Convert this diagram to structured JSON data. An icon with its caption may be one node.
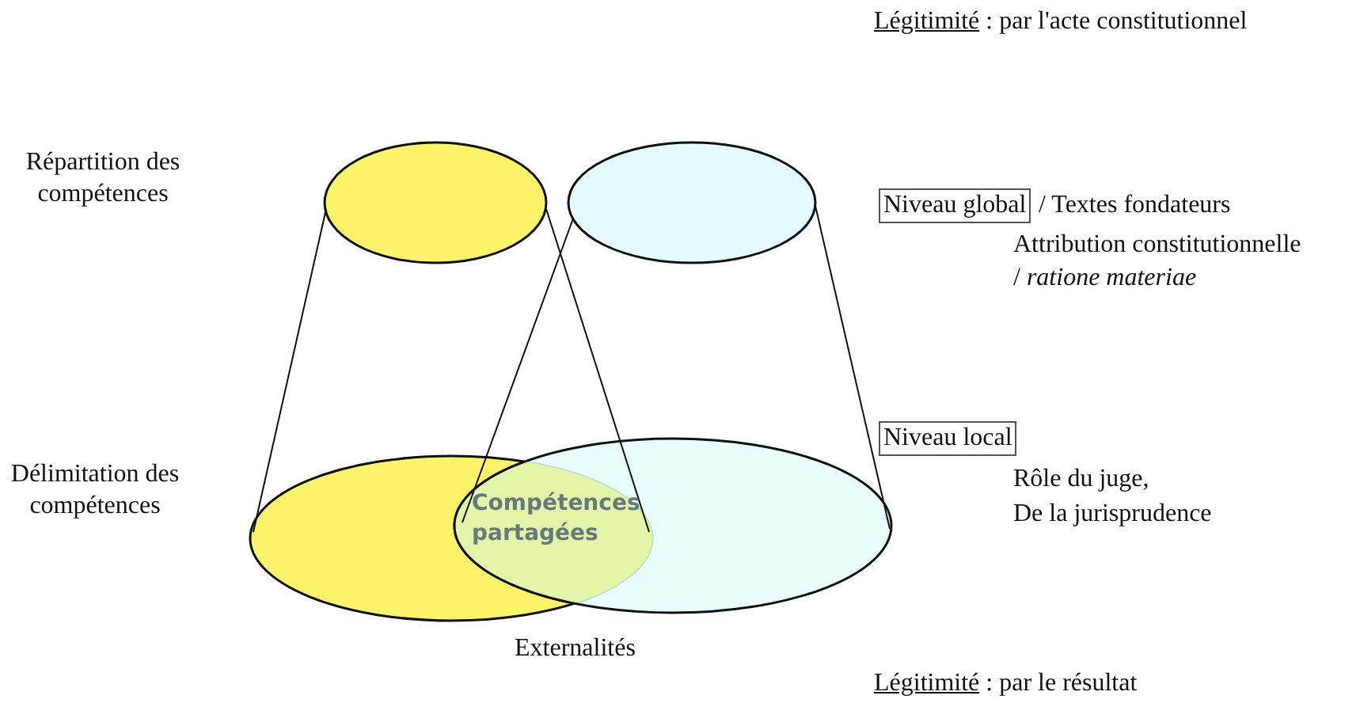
{
  "diagram": {
    "nodes": [
      {
        "text": [
          "Niveau global"
        ],
        "beside": [
          "/ Textes fondateurs"
        ]
      },
      {
        "text": [
          "Niveau local"
        ]
      }
    ],
    "labels": [
      "Légitimité : par l'acte constitutionnel",
      "Répartition des compétences",
      "Attribution constitutionnelle",
      "/ *ratione materiae*",
      "Délimitation des compétences",
      "Rôle du juge,",
      "De la jurisprudence",
      "Compétences partagées",
      "Externalités",
      "Légitimité : par le résultat"
    ]
  }
}
